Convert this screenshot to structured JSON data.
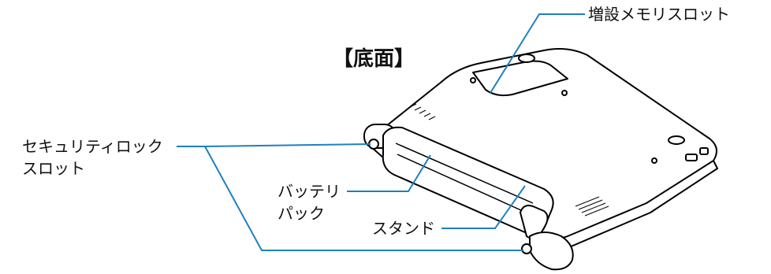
{
  "title": "【底面】",
  "labels": {
    "memory_slot": "増設メモリスロット",
    "security_lock_line1": "セキュリティロック",
    "security_lock_line2": "スロット",
    "battery_line1": "バッテリ",
    "battery_line2": "パック",
    "stand": "スタンド"
  },
  "colors": {
    "leader_line": "#1f7fc0",
    "outline": "#000000",
    "fill": "#ffffff"
  }
}
